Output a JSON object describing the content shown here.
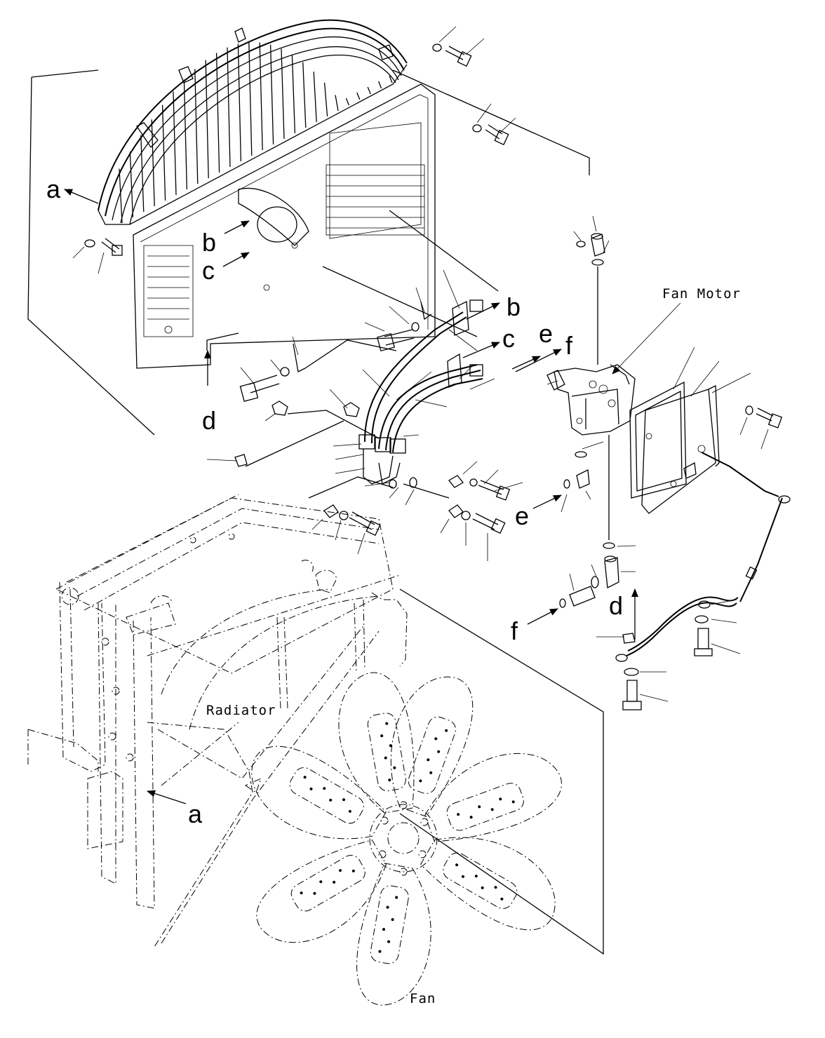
{
  "labels": {
    "fan_motor": "Fan Motor",
    "radiator": "Radiator",
    "fan": "Fan"
  },
  "refs": {
    "a": "a",
    "b": "b",
    "c": "c",
    "d": "d",
    "e": "e",
    "f": "f"
  }
}
